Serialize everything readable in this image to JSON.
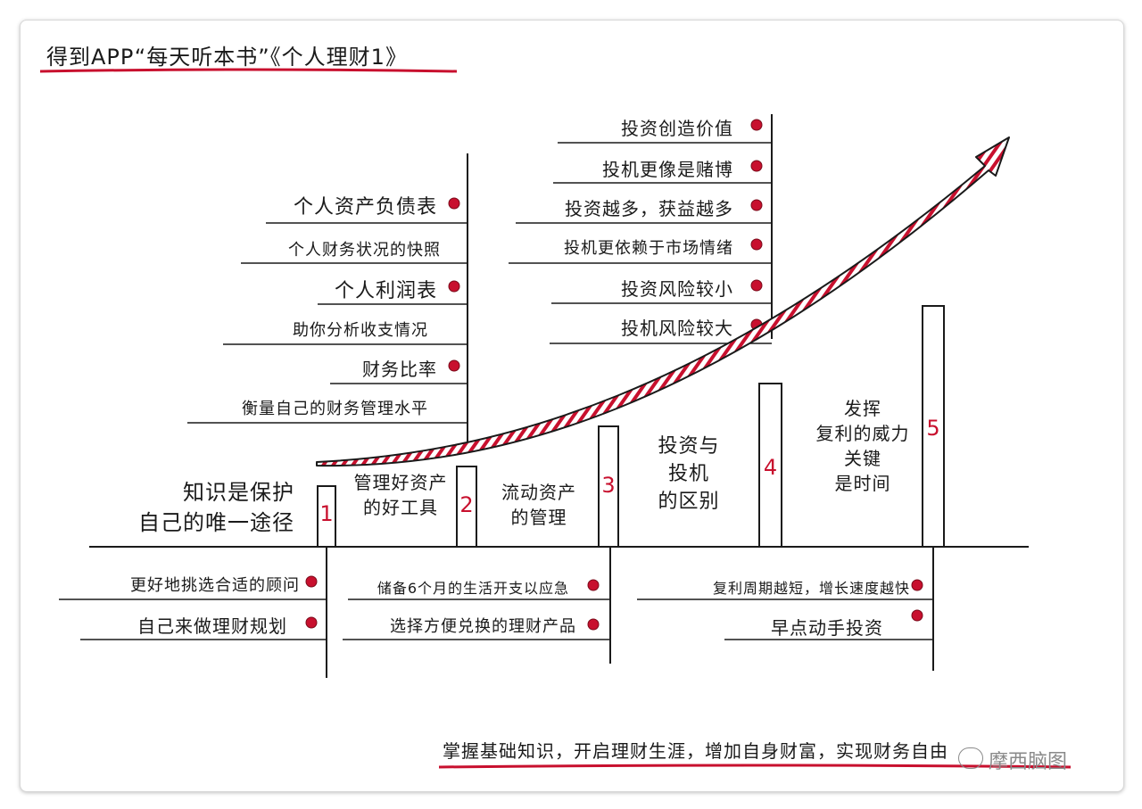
{
  "title": "得到APP“每天听本书”《个人理财1》",
  "footer": "掌握基础知识，开启理财生涯，增加自身财富，实现财务自由",
  "watermark": "摩西脑图",
  "colors": {
    "accent": "#c8102e",
    "ink": "#1a1a1a"
  },
  "topics": [
    {
      "number": "1",
      "label": "知识是保护\n自己的唯一途径"
    },
    {
      "number": "2",
      "label": "管理好资产\n的好工具"
    },
    {
      "number": "3",
      "label": "流动资产\n的管理"
    },
    {
      "number": "4",
      "label": "投资与\n投机\n的区别"
    },
    {
      "number": "5",
      "label": "发挥\n复利的威力\n关键\n是时间"
    }
  ],
  "notes": {
    "statements": [
      "个人资产负债表",
      "个人财务状况的快照",
      "个人利润表",
      "助你分析收支情况",
      "财务比率",
      "衡量自己的财务管理水平"
    ],
    "invest": [
      "投资创造价值",
      "投机更像是赌博",
      "投资越多，获益越多",
      "投机更依赖于市场情绪",
      "投资风险较小",
      "投机风险较大"
    ],
    "knowledge": [
      "更好地挑选合适的顾问",
      "自己来做理财规划"
    ],
    "liquid": [
      "储备6个月的生活开支以应急",
      "选择方便兑换的理财产品"
    ],
    "compound": [
      "复利周期越短，增长速度越快",
      "早点动手投资"
    ]
  }
}
